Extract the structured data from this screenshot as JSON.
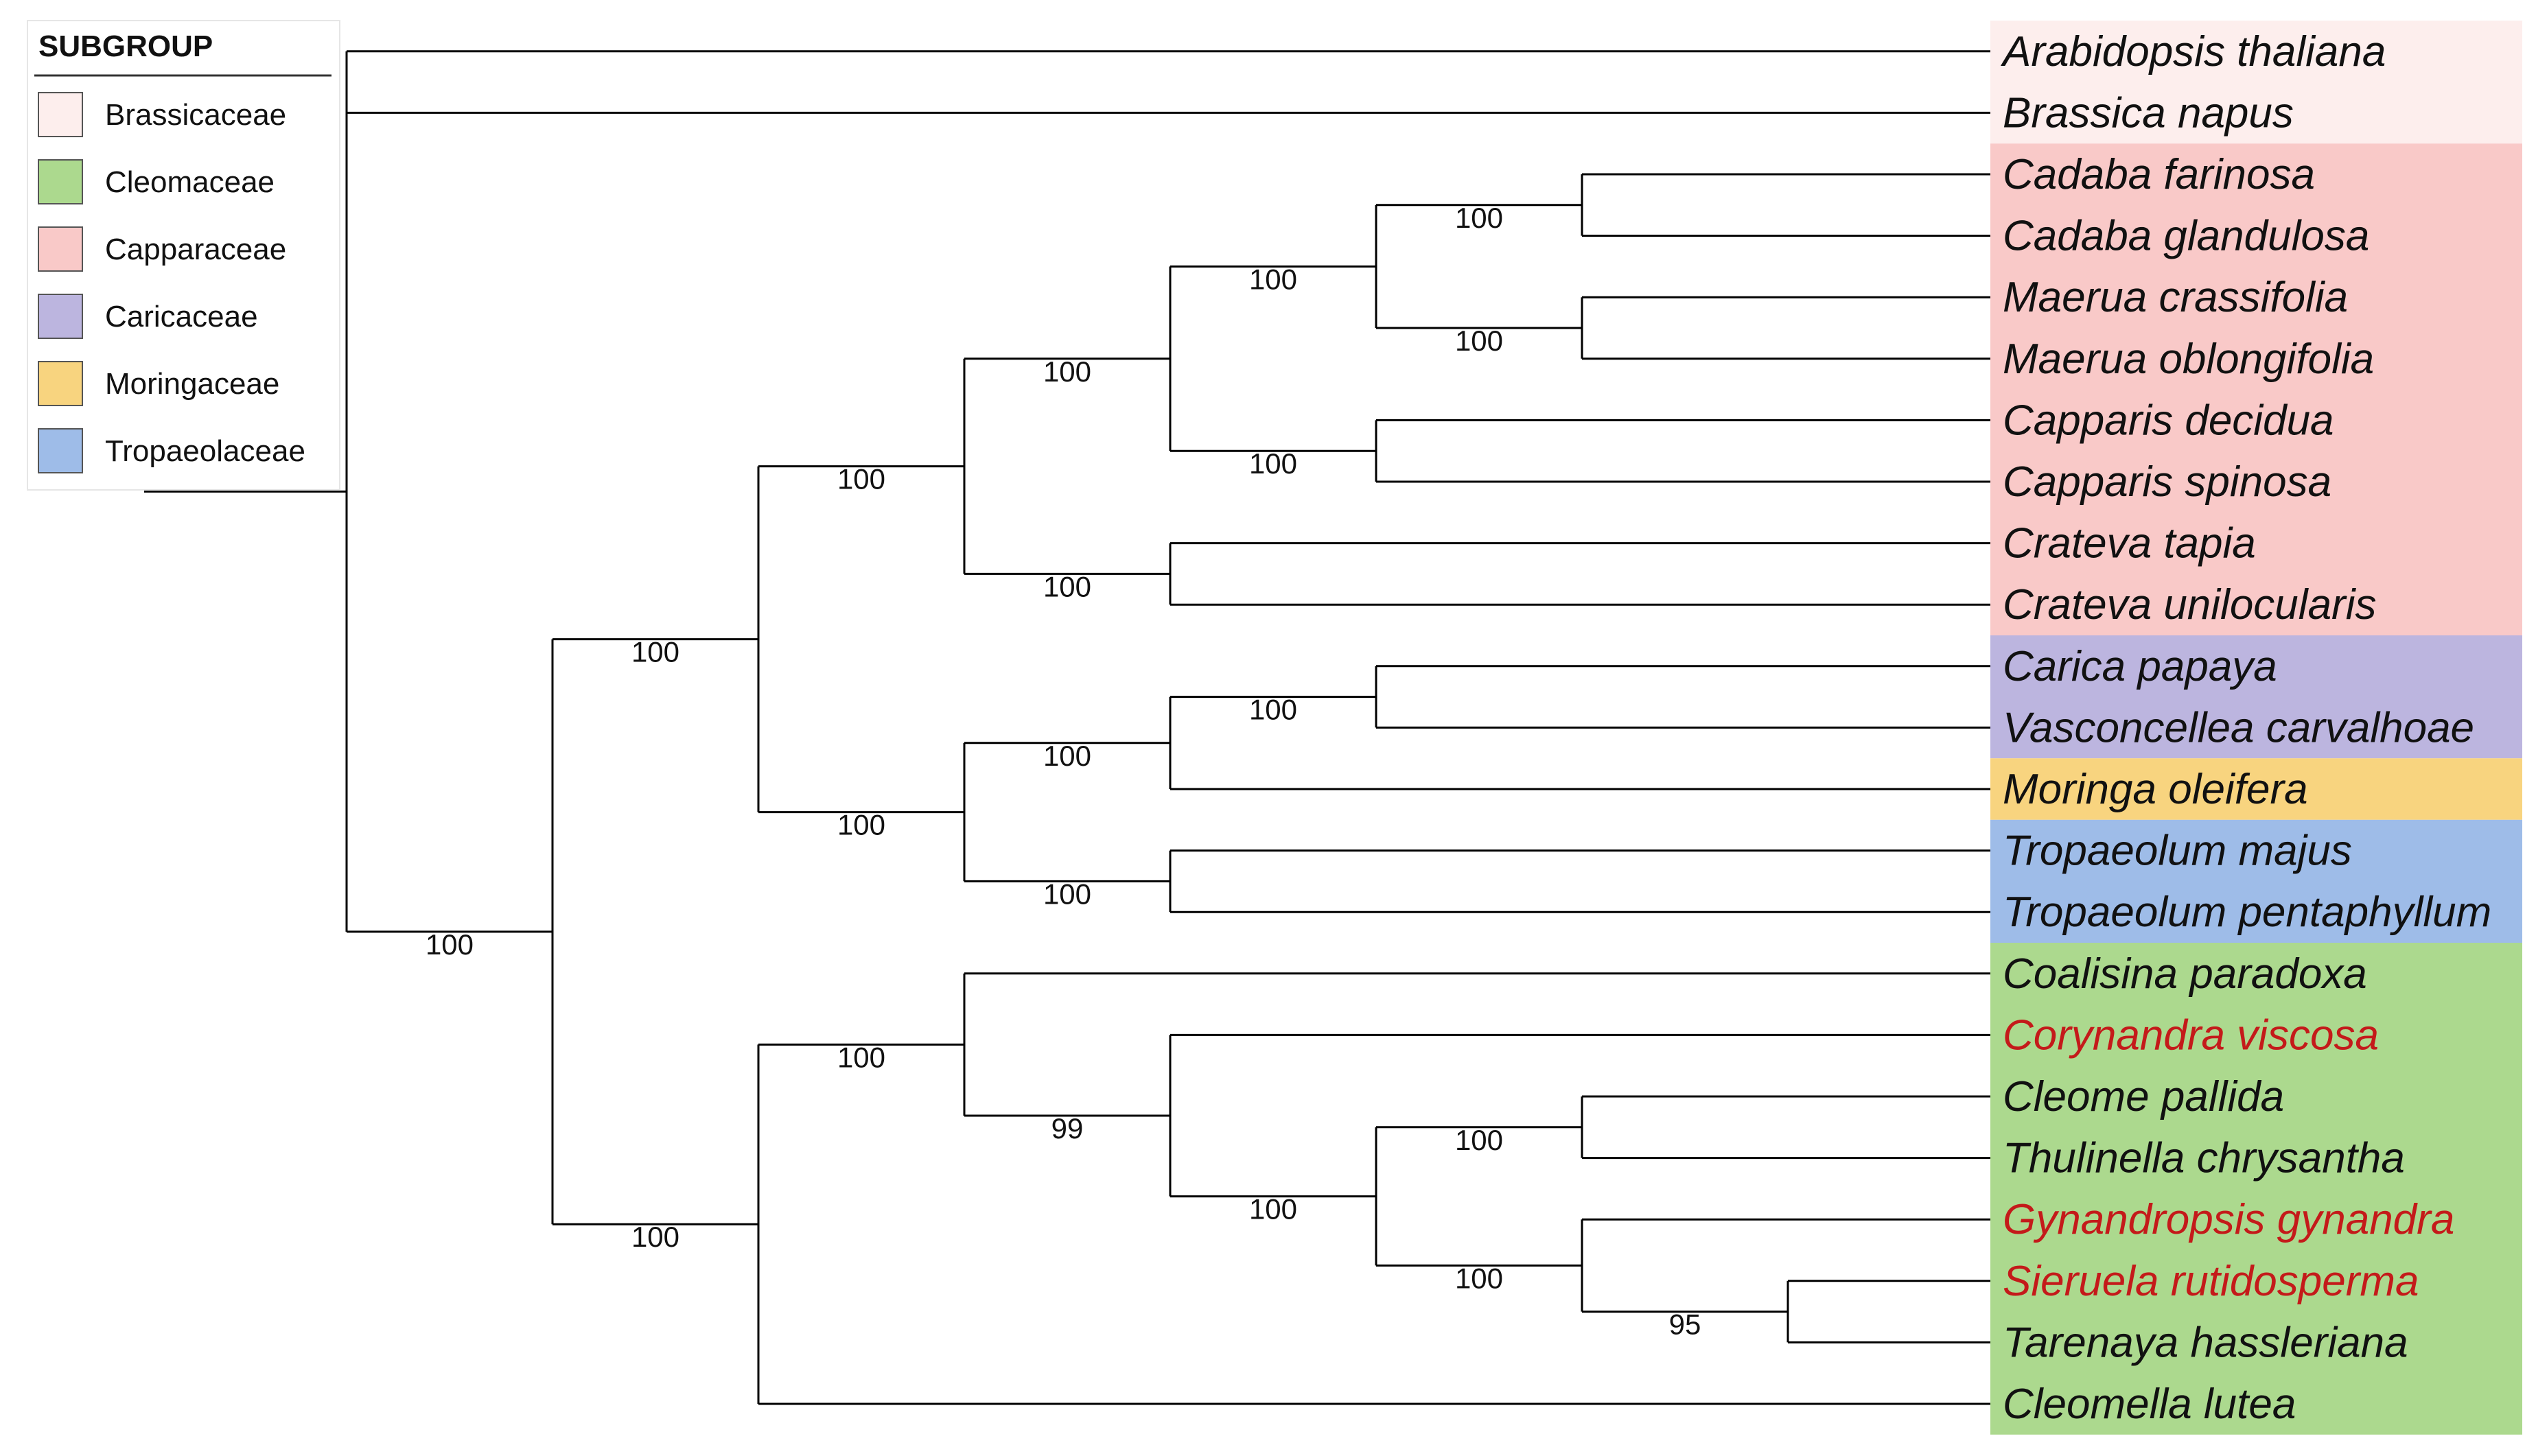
{
  "legend": {
    "title": "SUBGROUP",
    "items": [
      {
        "label": "Brassicaceae",
        "color": "#fdeeed"
      },
      {
        "label": "Cleomaceae",
        "color": "#acd98e"
      },
      {
        "label": "Capparaceae",
        "color": "#f9c9c8"
      },
      {
        "label": "Caricaceae",
        "color": "#bcb5df"
      },
      {
        "label": "Moringaceae",
        "color": "#f8d47f"
      },
      {
        "label": "Tropaeolaceae",
        "color": "#9ebce8"
      }
    ]
  },
  "taxa": [
    {
      "name": "Arabidopsis thaliana",
      "group": "Brassicaceae",
      "color": "#111111"
    },
    {
      "name": "Brassica napus",
      "group": "Brassicaceae",
      "color": "#111111"
    },
    {
      "name": "Cadaba farinosa",
      "group": "Capparaceae",
      "color": "#111111"
    },
    {
      "name": "Cadaba glandulosa",
      "group": "Capparaceae",
      "color": "#111111"
    },
    {
      "name": "Maerua crassifolia",
      "group": "Capparaceae",
      "color": "#111111"
    },
    {
      "name": "Maerua oblongifolia",
      "group": "Capparaceae",
      "color": "#111111"
    },
    {
      "name": "Capparis decidua",
      "group": "Capparaceae",
      "color": "#111111"
    },
    {
      "name": "Capparis spinosa",
      "group": "Capparaceae",
      "color": "#111111"
    },
    {
      "name": "Crateva tapia",
      "group": "Capparaceae",
      "color": "#111111"
    },
    {
      "name": "Crateva unilocularis",
      "group": "Capparaceae",
      "color": "#111111"
    },
    {
      "name": "Carica papaya",
      "group": "Caricaceae",
      "color": "#111111"
    },
    {
      "name": "Vasconcellea carvalhoae",
      "group": "Caricaceae",
      "color": "#111111"
    },
    {
      "name": "Moringa oleifera",
      "group": "Moringaceae",
      "color": "#111111"
    },
    {
      "name": "Tropaeolum majus",
      "group": "Tropaeolaceae",
      "color": "#111111"
    },
    {
      "name": "Tropaeolum pentaphyllum",
      "group": "Tropaeolaceae",
      "color": "#111111"
    },
    {
      "name": "Coalisina paradoxa",
      "group": "Cleomaceae",
      "color": "#111111"
    },
    {
      "name": "Corynandra viscosa",
      "group": "Cleomaceae",
      "color": "#c41a1a"
    },
    {
      "name": "Cleome pallida",
      "group": "Cleomaceae",
      "color": "#111111"
    },
    {
      "name": "Thulinella chrysantha",
      "group": "Cleomaceae",
      "color": "#111111"
    },
    {
      "name": "Gynandropsis gynandra",
      "group": "Cleomaceae",
      "color": "#c41a1a"
    },
    {
      "name": "Sieruela rutidosperma",
      "group": "Cleomaceae",
      "color": "#c41a1a"
    },
    {
      "name": "Tarenaya hassleriana",
      "group": "Cleomaceae",
      "color": "#111111"
    },
    {
      "name": "Cleomella lutea",
      "group": "Cleomaceae",
      "color": "#111111"
    }
  ],
  "tree": {
    "children": [
      {
        "leaf": 0
      },
      {
        "leaf": 1
      },
      {
        "support": "100",
        "children": [
          {
            "support": "100",
            "children": [
              {
                "support": "100",
                "children": [
                  {
                    "support": "100",
                    "children": [
                      {
                        "support": "100",
                        "children": [
                          {
                            "support": "100",
                            "children": [
                              {
                                "leaf": 2
                              },
                              {
                                "leaf": 3
                              }
                            ]
                          },
                          {
                            "support": "100",
                            "children": [
                              {
                                "leaf": 4
                              },
                              {
                                "leaf": 5
                              }
                            ]
                          }
                        ]
                      },
                      {
                        "support": "100",
                        "children": [
                          {
                            "leaf": 6
                          },
                          {
                            "leaf": 7
                          }
                        ]
                      }
                    ]
                  },
                  {
                    "support": "100",
                    "children": [
                      {
                        "leaf": 8
                      },
                      {
                        "leaf": 9
                      }
                    ]
                  }
                ]
              },
              {
                "support": "100",
                "children": [
                  {
                    "support": "100",
                    "children": [
                      {
                        "support": "100",
                        "children": [
                          {
                            "leaf": 10
                          },
                          {
                            "leaf": 11
                          }
                        ]
                      },
                      {
                        "leaf": 12
                      }
                    ]
                  },
                  {
                    "support": "100",
                    "children": [
                      {
                        "leaf": 13
                      },
                      {
                        "leaf": 14
                      }
                    ]
                  }
                ]
              }
            ]
          },
          {
            "support": "100",
            "children": [
              {
                "support": "100",
                "children": [
                  {
                    "leaf": 15
                  },
                  {
                    "support": "99",
                    "children": [
                      {
                        "leaf": 16
                      },
                      {
                        "support": "100",
                        "children": [
                          {
                            "support": "100",
                            "children": [
                              {
                                "leaf": 17
                              },
                              {
                                "leaf": 18
                              }
                            ]
                          },
                          {
                            "support": "100",
                            "children": [
                              {
                                "leaf": 19
                              },
                              {
                                "support": "95",
                                "children": [
                                  {
                                    "leaf": 20
                                  },
                                  {
                                    "leaf": 21
                                  }
                                ]
                              }
                            ]
                          }
                        ]
                      }
                    ]
                  }
                ]
              },
              {
                "leaf": 22
              }
            ]
          }
        ]
      }
    ]
  }
}
